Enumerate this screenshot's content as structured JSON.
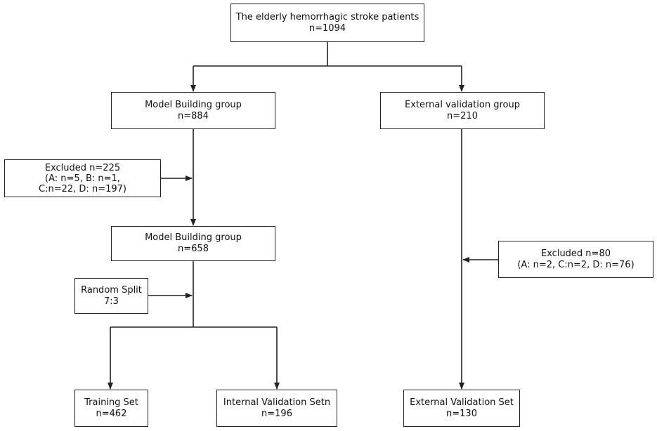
{
  "nodes": {
    "root": {
      "line1": "The elderly hemorrhagic stroke patients",
      "line2": "n=1094"
    },
    "model_building_1": {
      "line1": "Model Building group",
      "line2": "n=884"
    },
    "external_validation_group": {
      "line1": "External validation group",
      "line2": "n=210"
    },
    "excluded_model": {
      "line1": "Excluded n=225",
      "line2": "(A: n=5, B: n=1,",
      "line3": "C:n=22, D: n=197)"
    },
    "model_building_2": {
      "line1": "Model Building group",
      "line2": "n=658"
    },
    "excluded_external": {
      "line1": "Excluded n=80",
      "line2": "(A: n=2, C:n=2, D: n=76)"
    },
    "random_split": {
      "line1": "Random Split",
      "line2": "7:3"
    },
    "training_set": {
      "line1": "Training Set",
      "line2": "n=462"
    },
    "internal_validation": {
      "line1": "Internal Validation Setn",
      "line2": "n=196"
    },
    "external_validation_set": {
      "line1": "External Validation Set",
      "line2": "n=130"
    }
  },
  "colors": {
    "line": "#222222",
    "box_border": "#222222",
    "background": "#ffffff"
  }
}
